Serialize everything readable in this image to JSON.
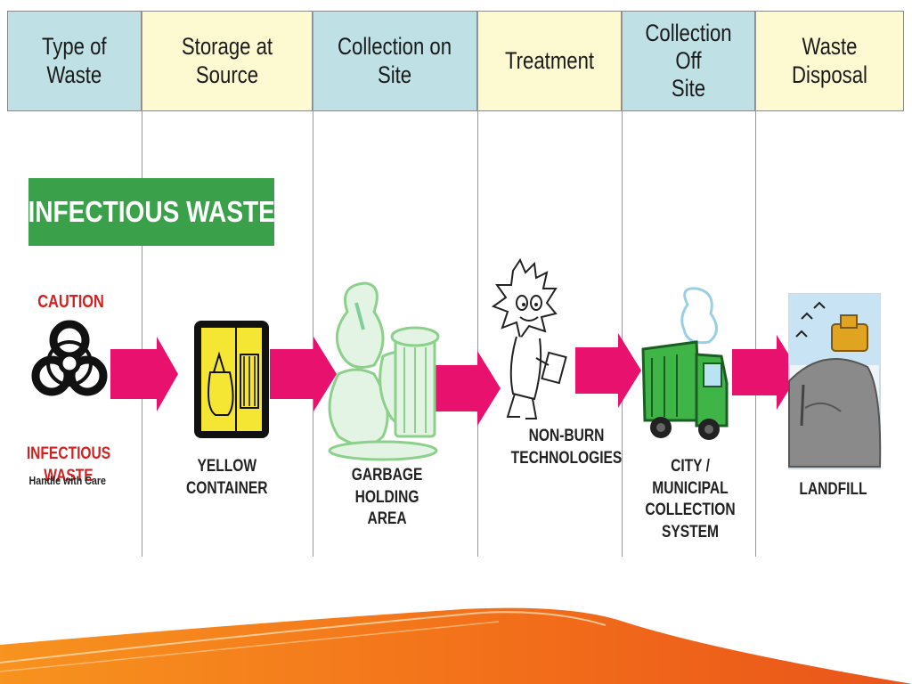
{
  "headers": [
    {
      "label_1": "Type of",
      "label_2": "Waste",
      "color": "#bfe1e6"
    },
    {
      "label_1": "Storage at Source",
      "label_2": "",
      "color": "#fdfad2"
    },
    {
      "label_1": "Collection on",
      "label_2": "Site",
      "color": "#bfe1e6"
    },
    {
      "label_1": "Treatment",
      "label_2": "",
      "color": "#fdfad2"
    },
    {
      "label_1": "Collection Off",
      "label_2": "Site",
      "color": "#bfe1e6"
    },
    {
      "label_1": "Waste Disposal",
      "label_2": "",
      "color": "#fdfad2"
    }
  ],
  "banner": {
    "text": "INFECTIOUS WASTE",
    "color": "#3aa14a"
  },
  "stages": {
    "source": {
      "caution": "CAUTION",
      "title": "INFECTIOUS WASTE",
      "note": "Handle with Care",
      "icon": "biohazard-icon"
    },
    "storage": {
      "line_1": "YELLOW",
      "line_2": "CONTAINER",
      "icon": "yellow-container-icon"
    },
    "collection_on_site": {
      "line_1": "GARBAGE",
      "line_2": "HOLDING",
      "line_3": "AREA",
      "icon": "garbage-bags-icon"
    },
    "treatment": {
      "line_1": "NON-BURN",
      "line_2": "TECHNOLOGIES",
      "icon": "cartoon-character-icon"
    },
    "collection_off_site": {
      "line_1": "CITY /  MUNICIPAL",
      "line_2": "COLLECTION",
      "line_3": "SYSTEM",
      "icon": "garbage-truck-icon"
    },
    "disposal": {
      "line_1": "LANDFILL",
      "icon": "landfill-icon"
    }
  },
  "arrow_color": "#e8126e",
  "footer_colors": [
    "#f7931e",
    "#e8541a"
  ]
}
